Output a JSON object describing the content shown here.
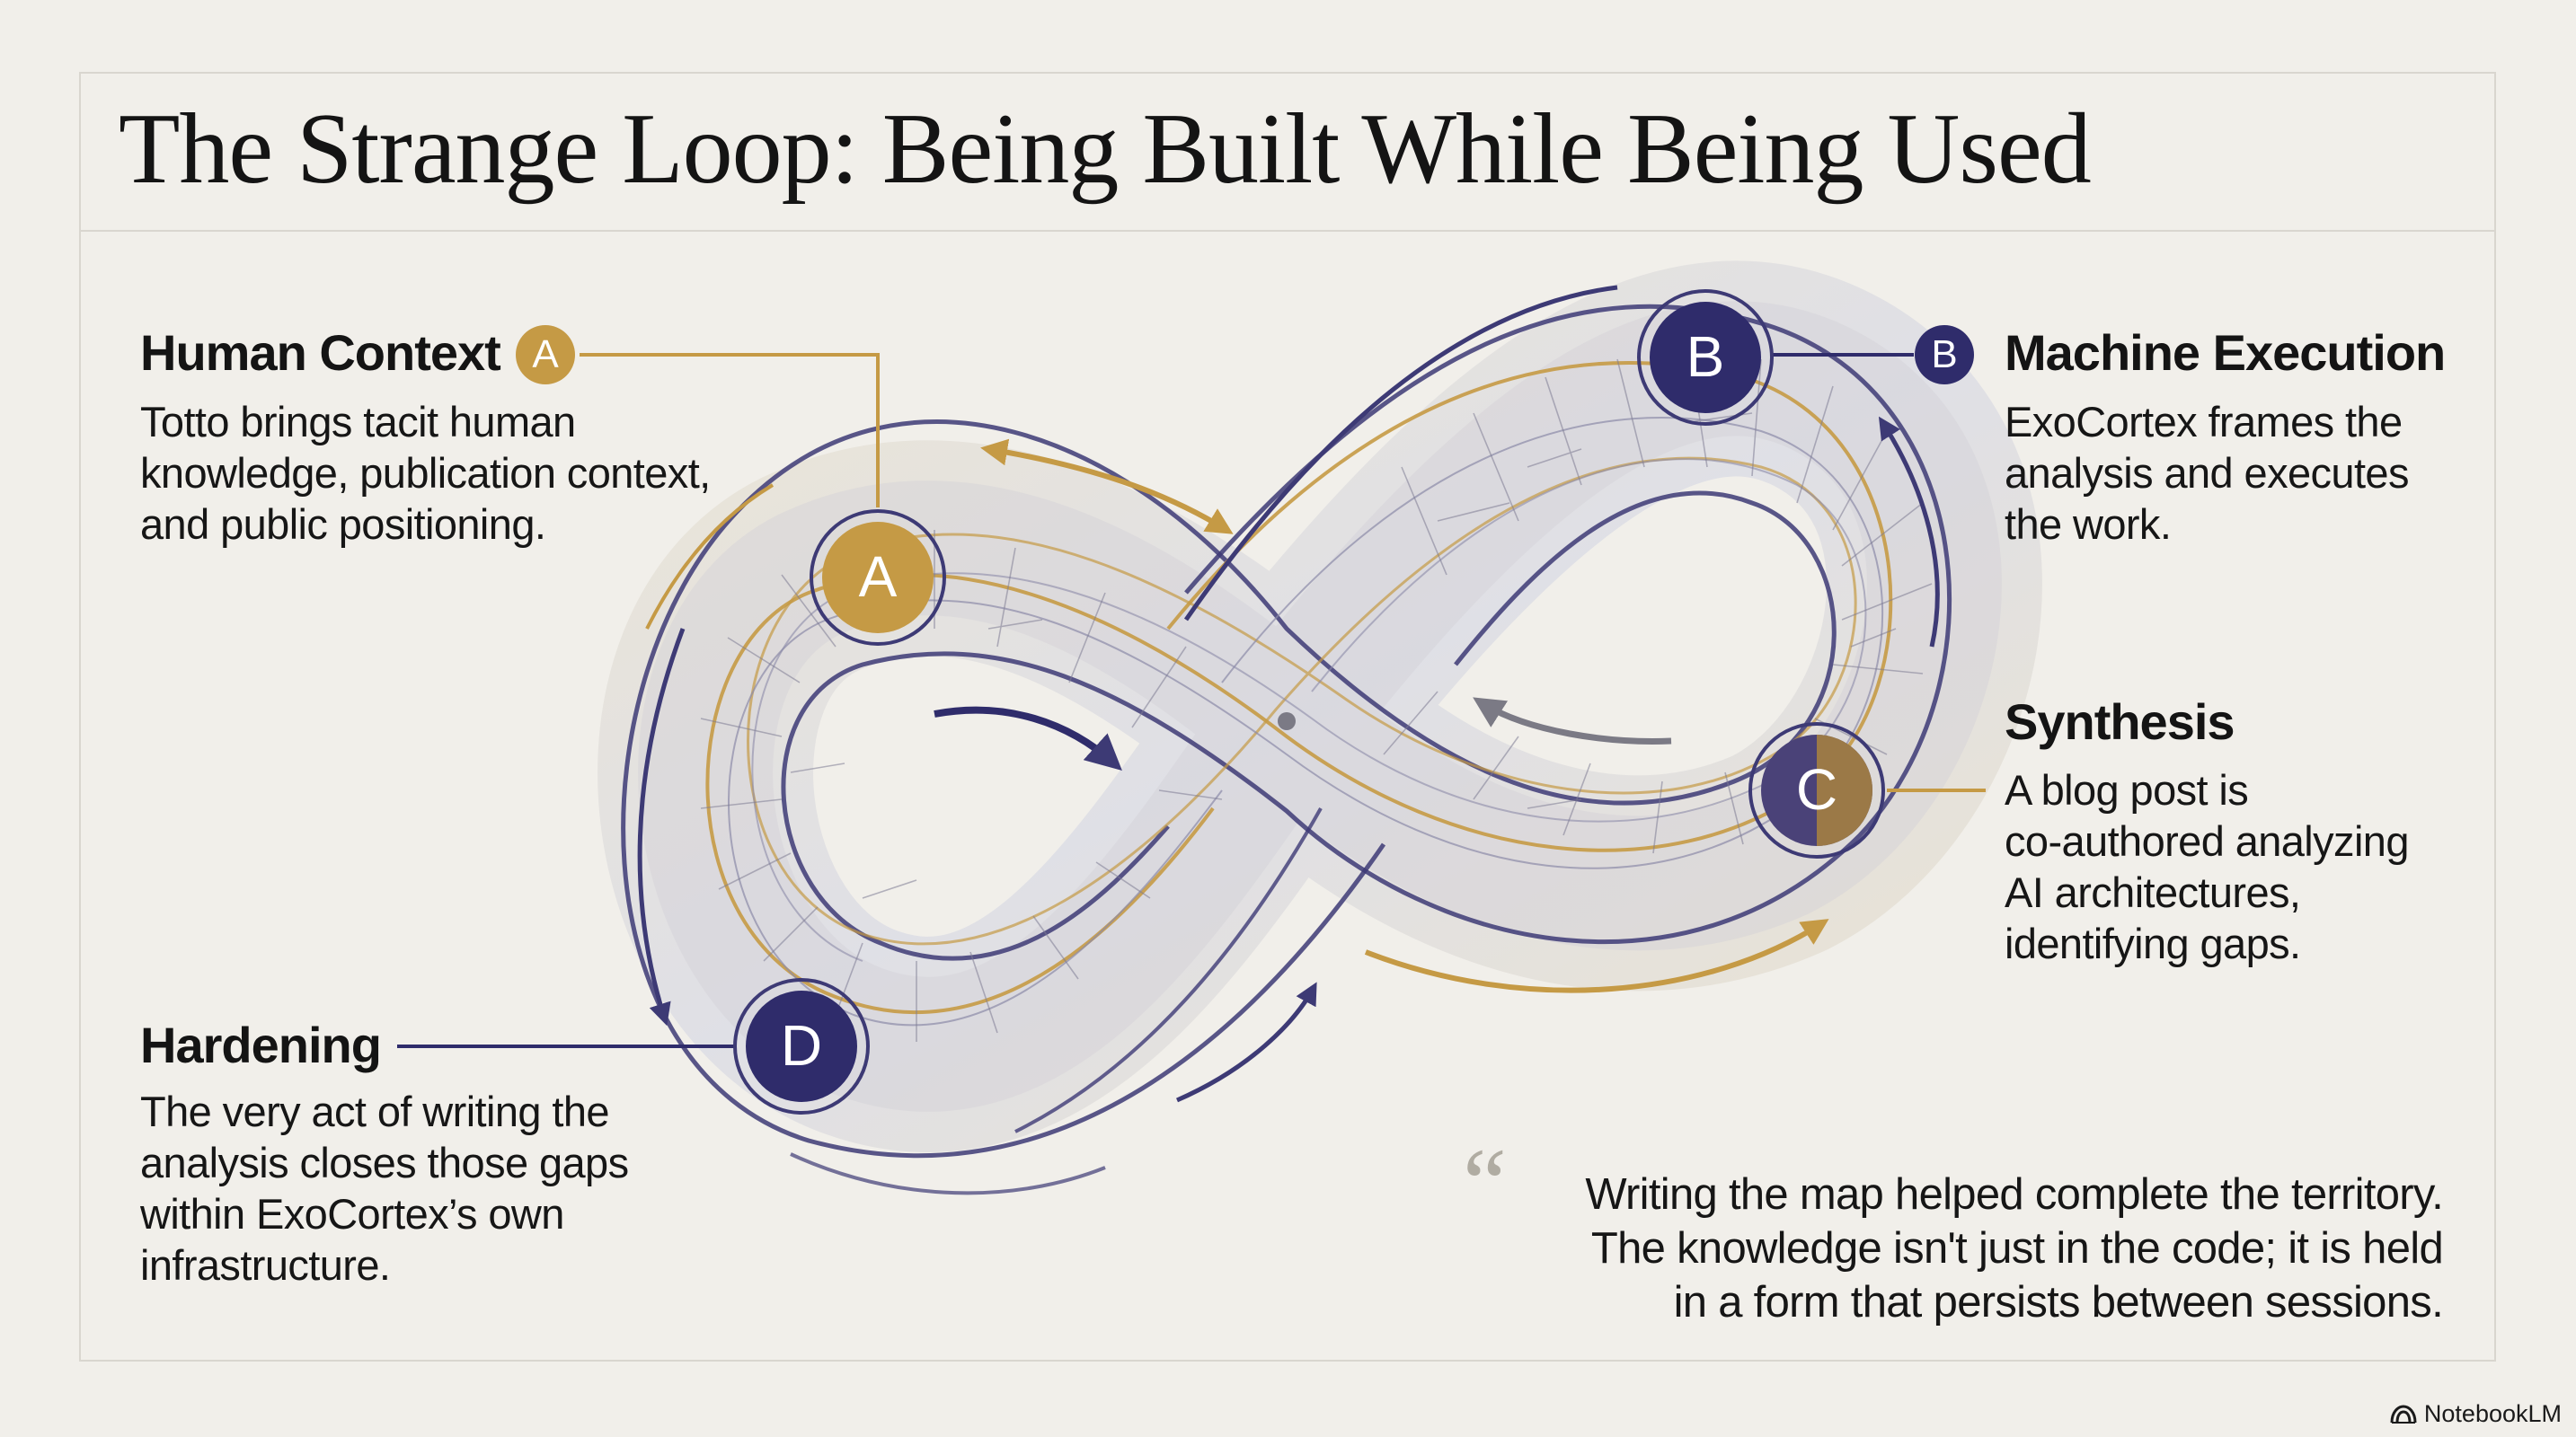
{
  "title": "The Strange Loop: Being Built While Being Used",
  "colors": {
    "gold": "#c59a45",
    "navy": "#2f2c6b",
    "background": "#f1efea",
    "border": "#d9d6cf"
  },
  "nodes": {
    "a": {
      "letter": "A",
      "heading": "Human Context",
      "text": "Totto brings tacit human\nknowledge, publication context,\nand public positioning."
    },
    "b": {
      "letter": "B",
      "heading": "Machine Execution",
      "text": "ExoCortex frames the\nanalysis and executes\nthe work."
    },
    "c": {
      "letter": "C",
      "heading": "Synthesis",
      "text": "A blog post is\nco-authored analyzing\nAI architectures,\nidentifying gaps."
    },
    "d": {
      "letter": "D",
      "heading": "Hardening",
      "text": "The very act of writing the\nanalysis closes those gaps\nwithin ExoCortex’s own\ninfrastructure."
    }
  },
  "quote": {
    "mark": "“",
    "text": "Writing the map helped complete the territory.\nThe knowledge isn't just in the code; it is held\nin a form that persists between sessions."
  },
  "brand": {
    "label": "NotebookLM",
    "icon": "notebooklm-icon"
  }
}
